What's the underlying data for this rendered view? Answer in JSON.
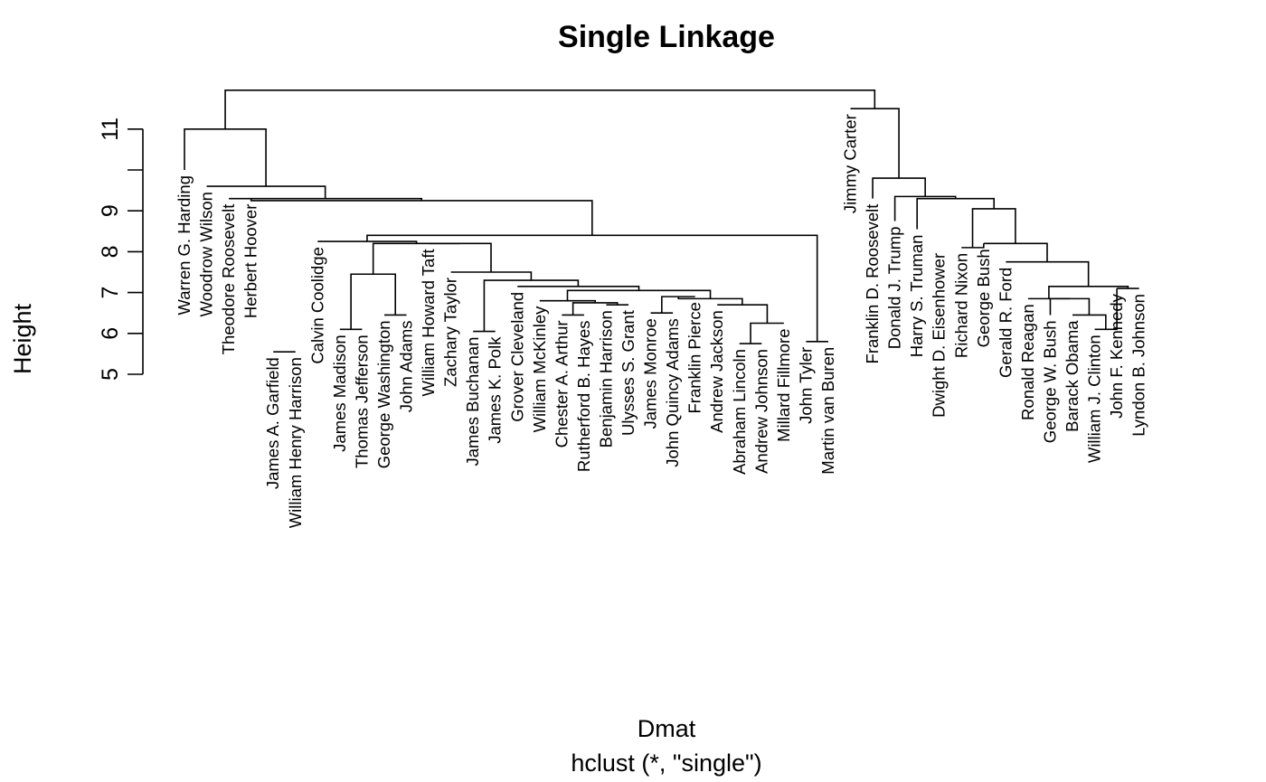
{
  "chart_data": {
    "type": "dendrogram",
    "title": "Single Linkage",
    "xlabel": "Dmat",
    "sublabel": "hclust (*, \"single\")",
    "ylabel": "Height",
    "ylim": [
      5,
      11.5
    ],
    "yticks": [
      5,
      6,
      7,
      8,
      9,
      10,
      11
    ],
    "ytick_labels": [
      "5",
      "6",
      "7",
      "8",
      "9",
      "",
      "11"
    ],
    "leaves": [
      "Warren G. Harding",
      "Woodrow Wilson",
      "Theodore Roosevelt",
      "Herbert Hoover",
      "James A. Garfield",
      "William Henry Harrison",
      "Calvin Coolidge",
      "James Madison",
      "Thomas Jefferson",
      "George Washington",
      "John Adams",
      "William Howard Taft",
      "Zachary Taylor",
      "James Buchanan",
      "James K. Polk",
      "Grover Cleveland",
      "William McKinley",
      "Chester A. Arthur",
      "Rutherford B. Hayes",
      "Benjamin Harrison",
      "Ulysses S. Grant",
      "James Monroe",
      "John Quincy Adams",
      "Franklin Pierce",
      "Andrew Jackson",
      "Abraham Lincoln",
      "Andrew Johnson",
      "Millard Fillmore",
      "John Tyler",
      "Martin van Buren",
      "Jimmy Carter",
      "Franklin D. Roosevelt",
      "Donald J. Trump",
      "Harry S. Truman",
      "Dwight D. Eisenhower",
      "Richard Nixon",
      "George Bush",
      "Gerald R. Ford",
      "Ronald Reagan",
      "George W. Bush",
      "Barack Obama",
      "William J. Clinton",
      "John F. Kennedy",
      "Lyndon B. Johnson"
    ],
    "leaf_heights": [
      10.0,
      9.6,
      9.3,
      9.3,
      5.55,
      5.55,
      8.25,
      6.1,
      6.1,
      6.45,
      6.45,
      8.2,
      7.5,
      6.05,
      6.05,
      7.15,
      6.8,
      6.45,
      6.45,
      6.7,
      6.7,
      6.5,
      6.5,
      6.9,
      6.7,
      5.75,
      5.75,
      6.25,
      5.8,
      5.8,
      11.5,
      9.3,
      8.75,
      8.55,
      8.1,
      8.1,
      8.2,
      7.75,
      6.85,
      6.45,
      6.45,
      6.1,
      7.1,
      7.1
    ],
    "merges": [
      [
        -5,
        -6,
        5.55
      ],
      [
        -26,
        -27,
        5.75
      ],
      [
        -29,
        -30,
        5.8
      ],
      [
        -14,
        -15,
        6.05
      ],
      [
        -8,
        -9,
        6.1
      ],
      [
        -42,
        -43,
        6.1
      ],
      [
        2,
        -28,
        6.25
      ],
      [
        -10,
        -11,
        6.45
      ],
      [
        -18,
        -19,
        6.45
      ],
      [
        -41,
        6,
        6.45
      ],
      [
        -22,
        -23,
        6.5
      ],
      [
        -20,
        -21,
        6.7
      ],
      [
        -25,
        7,
        6.7
      ],
      [
        9,
        12,
        6.75
      ],
      [
        -17,
        14,
        6.8
      ],
      [
        -40,
        10,
        6.85
      ],
      [
        11,
        -24,
        6.9
      ],
      [
        17,
        13,
        6.85
      ],
      [
        -39,
        16,
        6.85
      ],
      [
        -43,
        -44,
        7.1
      ],
      [
        15,
        18,
        7.05
      ],
      [
        -16,
        21,
        7.15
      ],
      [
        19,
        20,
        7.15
      ],
      [
        4,
        22,
        7.3
      ],
      [
        5,
        8,
        7.45
      ],
      [
        -13,
        24,
        7.5
      ],
      [
        -38,
        23,
        7.75
      ],
      [
        -36,
        -37,
        8.1
      ],
      [
        -12,
        26,
        8.2
      ],
      [
        25,
        29,
        8.2
      ],
      [
        -37,
        27,
        8.2
      ],
      [
        -7,
        30,
        8.25
      ],
      [
        28,
        31,
        9.05
      ],
      [
        3,
        32,
        8.4
      ],
      [
        -34,
        33,
        9.3
      ],
      [
        -4,
        34,
        9.25
      ],
      [
        -33,
        35,
        9.35
      ],
      [
        -3,
        36,
        9.3
      ],
      [
        -32,
        37,
        9.8
      ],
      [
        -2,
        38,
        9.6
      ],
      [
        -31,
        39,
        11.5
      ],
      [
        -1,
        40,
        11.0
      ],
      [
        42,
        41,
        11.95
      ]
    ]
  }
}
